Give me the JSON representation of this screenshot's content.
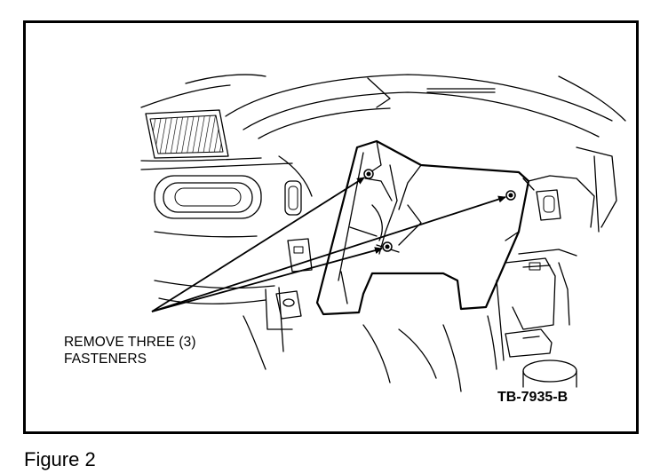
{
  "callout": {
    "line1": "REMOVE THREE (3)",
    "line2": "FASTENERS"
  },
  "reference_code": "TB-7935-B",
  "caption": "Figure 2"
}
